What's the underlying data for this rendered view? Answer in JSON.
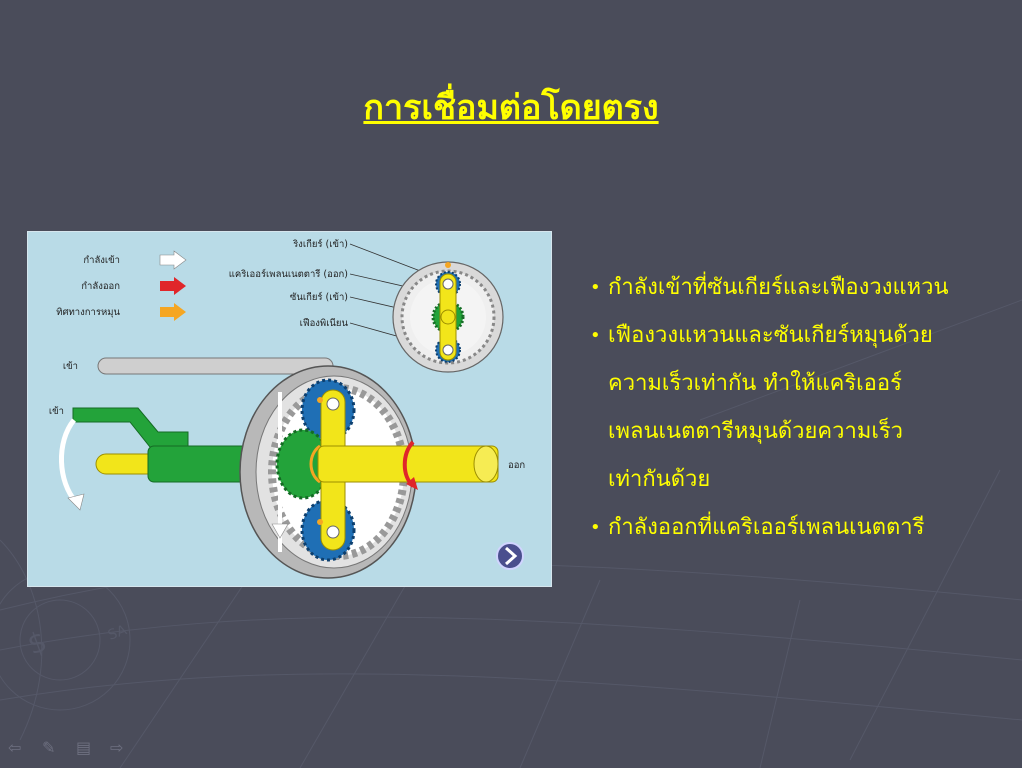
{
  "slide": {
    "title": "การเชื่อมต่อโดยตรง",
    "bullets": [
      "กำลังเข้าที่ซันเกียร์และเฟืองวงแหวน",
      "เฟืองวงแหวนและซันเกียร์หมุนด้วยความเร็วเท่ากัน ทำให้แคริเออร์เพลนเนตตารีหมุนด้วยความเร็วเท่ากันด้วย",
      "กำลังออกที่แคริเออร์เพลนเนตตารี"
    ],
    "bullet_lines": [
      [
        "กำลังเข้าที่ซันเกียร์และเฟืองวงแหวน"
      ],
      [
        "เฟืองวงแหวนและซันเกียร์หมุนด้วย",
        "ความเร็วเท่ากัน ทำให้แคริเออร์",
        "เพลนเนตตารีหมุนด้วยความเร็ว",
        "เท่ากันด้วย"
      ],
      [
        "กำลังออกที่แคริเออร์เพลนเนตตารี"
      ]
    ]
  },
  "figure": {
    "legend": {
      "input_power": "กำลังเข้า",
      "output_power": "กำลังออก",
      "rotation_direction": "ทิศทางการหมุน"
    },
    "callouts": {
      "ring_gear": "ริงเกียร์ (เข้า)",
      "planet_carrier": "แคริเออร์เพลนเนตตารี (ออก)",
      "sun_gear": "ซันเกียร์ (เข้า)",
      "pinion_gear": "เฟืองพิเนียน"
    },
    "shaft_labels": {
      "input_top": "เข้า",
      "input_left": "เข้า",
      "output": "ออก"
    }
  },
  "colors": {
    "background": "#4a4c5a",
    "title": "#ffff00",
    "bullet_text": "#ffff00",
    "figure_bg": "#b9dbe7",
    "input_white": "#ffffff",
    "output_red": "#e0262a",
    "rotation_orange": "#f5a623",
    "carrier_yellow": "#f2e51a",
    "sun_green": "#23a33a",
    "pinion_blue": "#1f6fb5"
  }
}
